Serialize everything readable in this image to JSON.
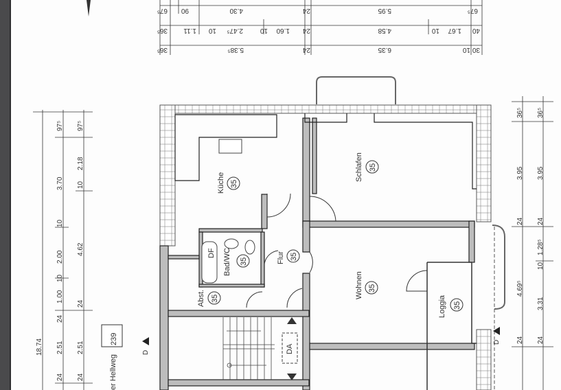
{
  "document": {
    "type": "architectural-floor-plan",
    "street_label": "er Hellweg",
    "house_number": "239",
    "section_marker": "D"
  },
  "rooms": [
    {
      "name": "Küche",
      "tag": "35"
    },
    {
      "name": "Schlafen",
      "tag": "35"
    },
    {
      "name": "Bad/WC",
      "tag": "35"
    },
    {
      "name": "Flur",
      "tag": "35"
    },
    {
      "name": "Abst.",
      "tag": "35"
    },
    {
      "name": "Wohnen",
      "tag": "35"
    },
    {
      "name": "Loggia",
      "tag": "35"
    }
  ],
  "fixtures": {
    "shower_label": "DF",
    "attic_hatch_label": "DA"
  },
  "dimensions": {
    "top_row1": [
      "67⁵",
      "90",
      "4.30",
      "24",
      "5.95",
      "67⁵"
    ],
    "top_row2": [
      "36⁵",
      "1.11",
      "10",
      "2.47⁵",
      "10",
      "1.60",
      "24",
      "4.58",
      "10",
      "1.67",
      "40"
    ],
    "top_row3": [
      "36⁵",
      "5.38⁵",
      "24",
      "6.35",
      "10",
      "30"
    ],
    "left_outer": [
      "18.74"
    ],
    "left_mid": [
      "97⁵",
      "3.70",
      "10",
      "2.00",
      "10",
      "1.00",
      "24",
      "2.51",
      "24"
    ],
    "left_inner": [
      "97⁵",
      "2.18",
      "10",
      "4.62",
      "24",
      "2.51",
      "24"
    ],
    "right_outer": [
      "36⁵",
      "3.95",
      "24",
      "4.69⁵",
      "24"
    ],
    "right_inner": [
      "36⁵",
      "3.95",
      "24",
      "1.28⁵",
      "10",
      "3.31",
      "24"
    ]
  }
}
